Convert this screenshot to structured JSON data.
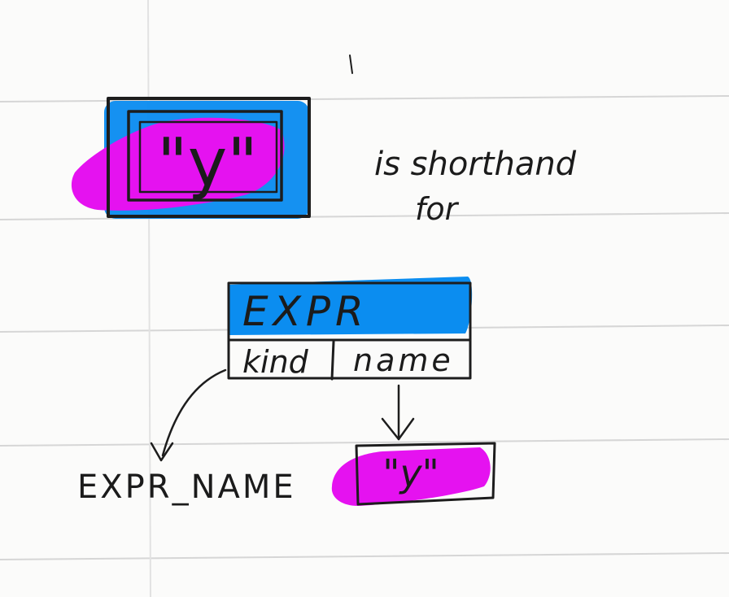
{
  "shorthand_box": {
    "text": "\"y\""
  },
  "caption": {
    "line1": "is shorthand",
    "line2": "for"
  },
  "expr_record": {
    "title": "EXPR",
    "fields": [
      "kind",
      "name"
    ]
  },
  "kind_value": "EXPR_NAME",
  "name_value": "\"y\"",
  "colors": {
    "highlight_blue": "#0b8df0",
    "highlight_magenta": "#e512f0",
    "ink": "#1d1d1d",
    "paper_rule": "#d6d6d6"
  }
}
